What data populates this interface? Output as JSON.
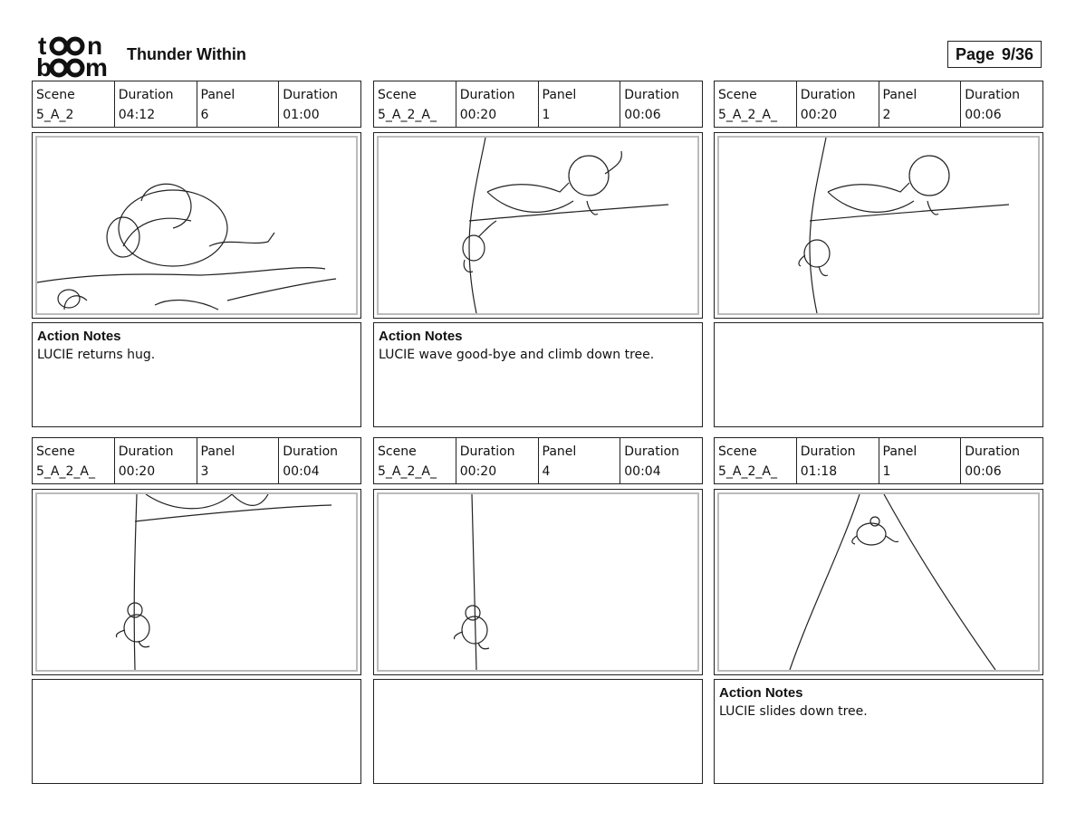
{
  "header": {
    "logo_text": "toonboom",
    "title": "Thunder Within",
    "page_label": "Page",
    "page_number": "9/36"
  },
  "panels": [
    {
      "scene_label": "Scene",
      "scene": "5_A_2",
      "duration_label": "Duration",
      "duration": "04:12",
      "panel_label": "Panel",
      "panel": "6",
      "panel_duration_label": "Duration",
      "panel_duration": "01:00",
      "notes_title": "Action Notes",
      "notes": "LUCIE returns hug."
    },
    {
      "scene_label": "Scene",
      "scene": "5_A_2_A_",
      "duration_label": "Duration",
      "duration": "00:20",
      "panel_label": "Panel",
      "panel": "1",
      "panel_duration_label": "Duration",
      "panel_duration": "00:06",
      "notes_title": "Action Notes",
      "notes": "LUCIE wave good-bye and climb down tree."
    },
    {
      "scene_label": "Scene",
      "scene": "5_A_2_A_",
      "duration_label": "Duration",
      "duration": "00:20",
      "panel_label": "Panel",
      "panel": "2",
      "panel_duration_label": "Duration",
      "panel_duration": "00:06",
      "notes_title": "",
      "notes": ""
    },
    {
      "scene_label": "Scene",
      "scene": "5_A_2_A_",
      "duration_label": "Duration",
      "duration": "00:20",
      "panel_label": "Panel",
      "panel": "3",
      "panel_duration_label": "Duration",
      "panel_duration": "00:04",
      "notes_title": "",
      "notes": ""
    },
    {
      "scene_label": "Scene",
      "scene": "5_A_2_A_",
      "duration_label": "Duration",
      "duration": "00:20",
      "panel_label": "Panel",
      "panel": "4",
      "panel_duration_label": "Duration",
      "panel_duration": "00:04",
      "notes_title": "",
      "notes": ""
    },
    {
      "scene_label": "Scene",
      "scene": "5_A_2_A_",
      "duration_label": "Duration",
      "duration": "01:18",
      "panel_label": "Panel",
      "panel": "1",
      "panel_duration_label": "Duration",
      "panel_duration": "00:06",
      "notes_title": "Action Notes",
      "notes": "LUCIE slides down tree."
    }
  ]
}
